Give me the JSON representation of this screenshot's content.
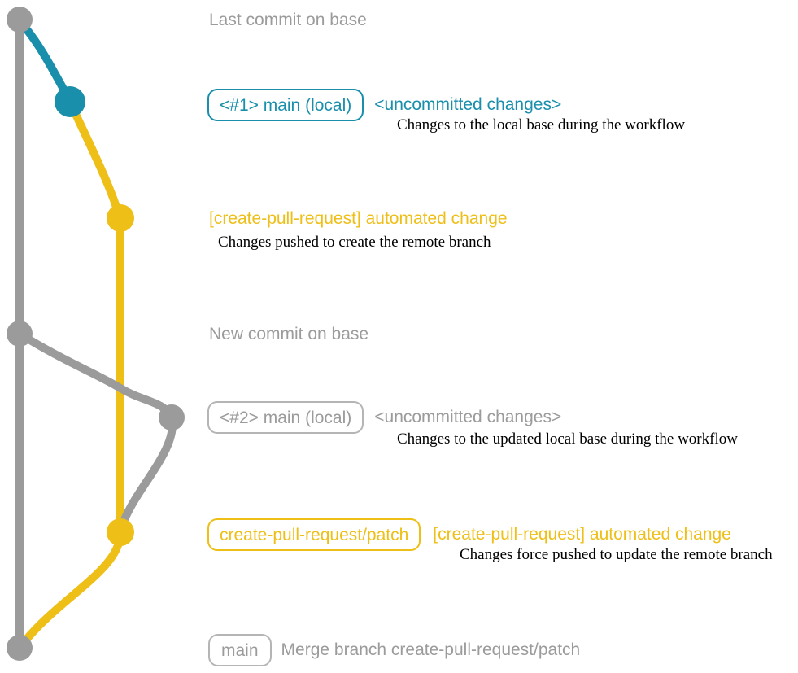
{
  "colors": {
    "teal": "#1A8FAC",
    "yellow": "#EEBF17",
    "gray": "#9B9B9B",
    "gray-border": "#B5B5B5",
    "black": "#000000"
  },
  "graph": {
    "type": "git-commit-graph",
    "branches": [
      {
        "name": "base",
        "color": "#9B9B9B"
      },
      {
        "name": "local uncommitted changes",
        "color": "#1A8FAC"
      },
      {
        "name": "create-pull-request/patch",
        "color": "#EEBF17"
      }
    ],
    "nodes": [
      {
        "id": "base-tip",
        "color": "gray",
        "meaning": "Last commit on base"
      },
      {
        "id": "local-1",
        "color": "teal",
        "meaning": "<#1> main (local) with uncommitted changes"
      },
      {
        "id": "patch-1",
        "color": "yellow",
        "meaning": "[create-pull-request] automated change pushed"
      },
      {
        "id": "base-new",
        "color": "gray",
        "meaning": "New commit on base"
      },
      {
        "id": "local-2",
        "color": "gray",
        "meaning": "<#2> main (local) with uncommitted changes"
      },
      {
        "id": "patch-2",
        "color": "yellow",
        "meaning": "[create-pull-request] automated change force pushed"
      },
      {
        "id": "merge",
        "color": "gray",
        "meaning": "Merge branch create-pull-request/patch into main"
      }
    ]
  },
  "rows": {
    "last_commit": {
      "label": "Last commit on base"
    },
    "first_local": {
      "badge": "<#1> main (local)",
      "note": "<uncommitted changes>",
      "description": "Changes to the local base during the workflow"
    },
    "first_push": {
      "note": "[create-pull-request] automated change",
      "description": "Changes pushed to create the remote branch"
    },
    "new_commit": {
      "label": "New commit on base"
    },
    "second_local": {
      "badge": "<#2> main (local)",
      "note": "<uncommitted changes>",
      "description": "Changes to the updated local base during the workflow"
    },
    "force_push": {
      "badge": "create-pull-request/patch",
      "note": "[create-pull-request] automated change",
      "description": "Changes force pushed to update the remote branch"
    },
    "merge": {
      "badge": "main",
      "note": "Merge branch create-pull-request/patch"
    }
  }
}
